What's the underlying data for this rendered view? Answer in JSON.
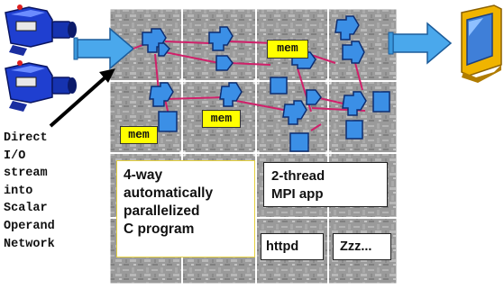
{
  "side_label": {
    "lines": [
      "Direct",
      "I/O",
      "stream",
      "into",
      "Scalar",
      "Operand",
      "Network"
    ]
  },
  "mem_labels": [
    "mem",
    "mem",
    "mem"
  ],
  "boxes": {
    "c_program": {
      "lines": [
        "4-way",
        "automatically",
        "parallelized",
        "C program"
      ]
    },
    "mpi_app": {
      "lines": [
        "2-thread",
        "MPI app"
      ]
    },
    "httpd": "httpd",
    "zzz": "Zzz..."
  },
  "colors": {
    "tile_bg": "#9a9a9a",
    "tile_border": "#ffffff",
    "arrow_blue": "#4aa8ec",
    "switch_blue": "#3b8fe6",
    "link_magenta": "#d0206a",
    "mem_yellow": "#ffff00",
    "camera_blue": "#1f3fd0",
    "monitor_yellow": "#f0b400"
  },
  "icons": [
    "video-camera-icon",
    "video-camera-icon",
    "crt-monitor-icon"
  ]
}
